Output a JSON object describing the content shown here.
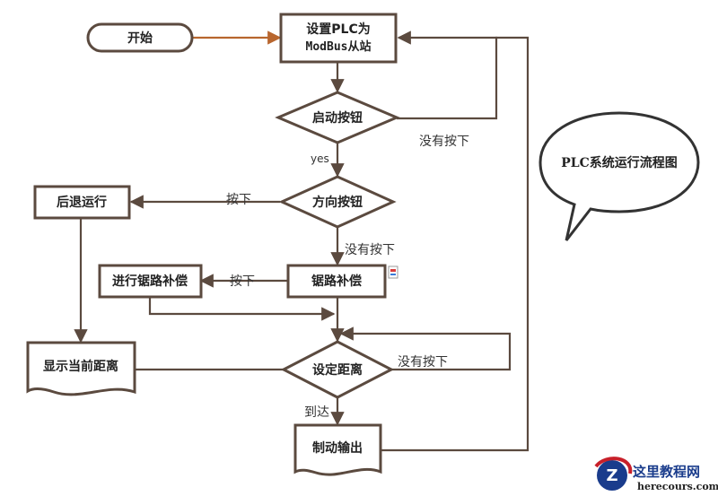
{
  "nodes": {
    "start": "开始",
    "set_slave_l1": "设置PLC为",
    "set_slave_l2": "ModBus从站",
    "start_button": "启动按钮",
    "direction_button": "方向按钮",
    "reverse_run": "后退运行",
    "saw_comp": "锯路补偿",
    "do_saw_comp": "进行锯路补偿",
    "set_distance": "设定距离",
    "show_distance": "显示当前距离",
    "brake_output": "制动输出"
  },
  "edges": {
    "not_pressed_1": "没有按下",
    "yes": "yes",
    "pressed_1": "按下",
    "not_pressed_2": "没有按下",
    "pressed_2": "按下",
    "not_pressed_3": "没有按下",
    "arrived": "到达"
  },
  "callout": {
    "title": "PLC系统运行流程图"
  },
  "watermark": {
    "name": "这里教程网",
    "url": "herecours.com"
  },
  "colors": {
    "stroke": "#5b4a3f",
    "start_arrow": "#b8662e",
    "brand_blue": "#1a3c8c",
    "brand_red": "#c8202a"
  }
}
